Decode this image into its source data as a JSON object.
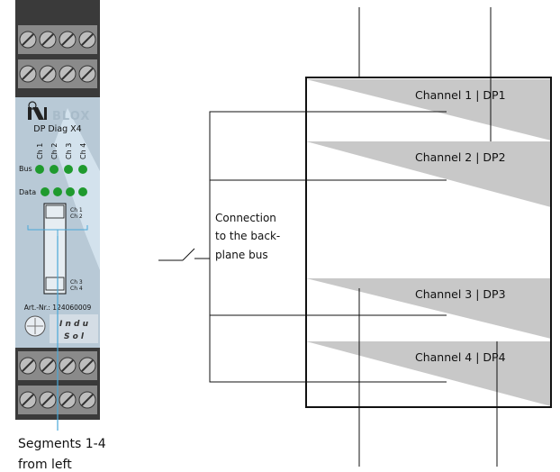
{
  "device": {
    "brand": "INDUSOL",
    "logo_text": "BLOX",
    "model": "DP Diag X4",
    "channel_labels": [
      "Ch 1",
      "Ch 2",
      "Ch 3",
      "Ch 4"
    ],
    "bus_label": "Bus",
    "data_label": "Data",
    "slot_label_top": [
      "Ch 1",
      "Ch 2"
    ],
    "slot_label_bottom": [
      "Ch 3",
      "Ch 4"
    ],
    "article_number": "Art.-Nr.: 124060009",
    "maker_text_line1": "I n d u",
    "maker_text_line2": "S o l",
    "led_color": "#1f9a2e"
  },
  "diagram": {
    "channels": [
      {
        "label": "Channel 1 | DP1"
      },
      {
        "label": "Channel 2 | DP2"
      },
      {
        "label": "Channel 3 | DP3"
      },
      {
        "label": "Channel 4 | DP4"
      }
    ],
    "connection_text_lines": [
      "Connection",
      "to the back-",
      "plane bus"
    ],
    "segments_caption_lines": [
      "Segments 1-4",
      "from left"
    ],
    "wedge_color": "#c8c8c8"
  }
}
